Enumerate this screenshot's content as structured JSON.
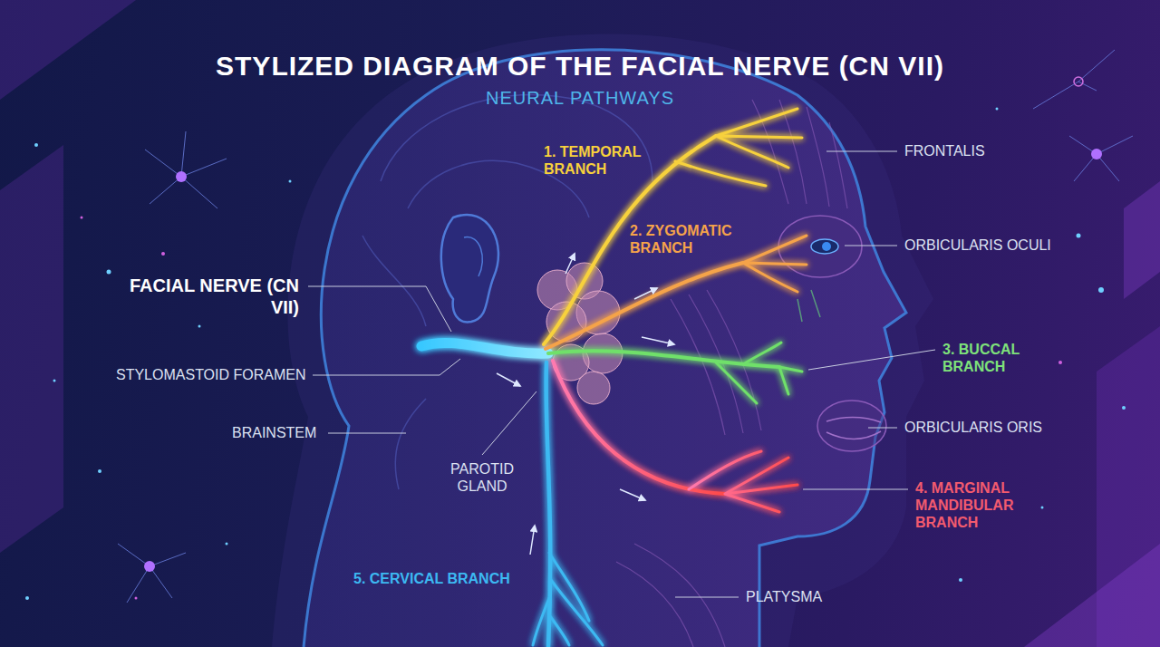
{
  "diagram": {
    "title": "STYLIZED DIAGRAM OF THE FACIAL NERVE (CN VII)",
    "labels": [
      "NEURAL PATHWAYS",
      "1. TEMPORAL BRANCH",
      "FRONTALIS",
      "2. ZYGOMATIC BRANCH",
      "ORBICULARIS OCULI",
      "FACIAL NERVE (CN VII)",
      "3. BUCCAL BRANCH",
      "STYLOMASTOID FORAMEN",
      "BRAINSTEM",
      "ORBICULARIS ORIS",
      "PAROTID GLAND",
      "4. MARGINAL MANDIBULAR BRANCH",
      "5. CERVICAL BRANCH",
      "PLATYSMA"
    ]
  }
}
